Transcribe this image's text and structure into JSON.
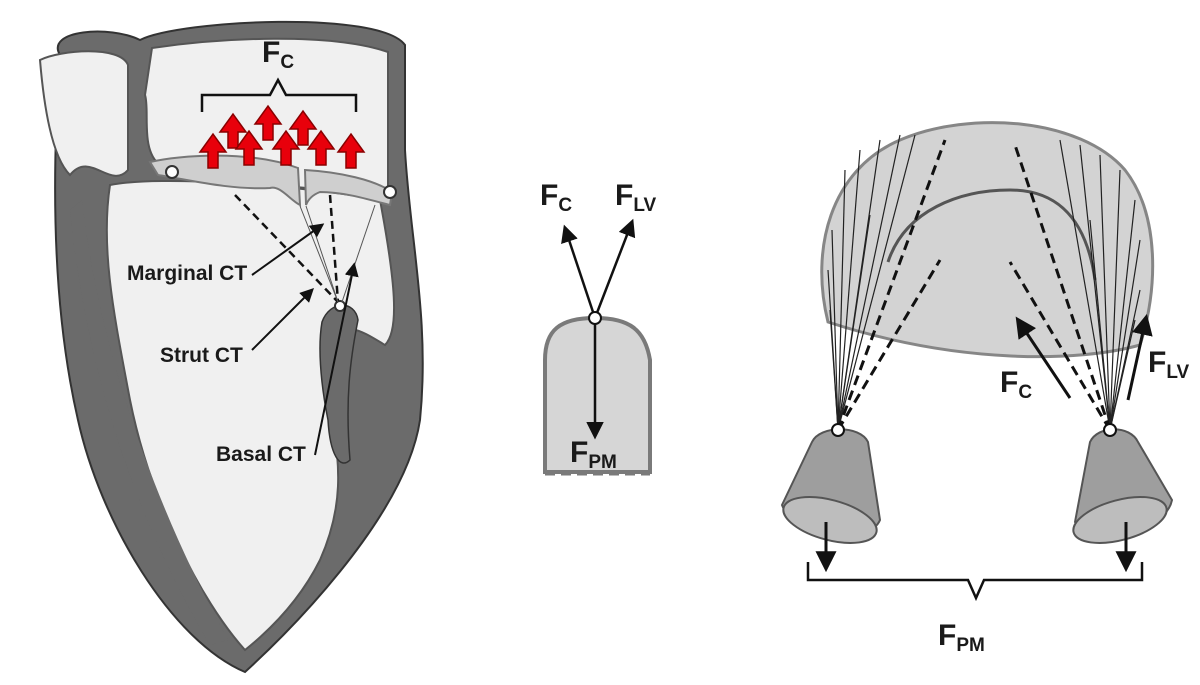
{
  "panel_left": {
    "force_chordae": {
      "main": "F",
      "sub": "C"
    },
    "marginal_label": "Marginal CT",
    "strut_label": "Strut CT",
    "basal_label": "Basal CT"
  },
  "panel_middle": {
    "force_chordae": {
      "main": "F",
      "sub": "C"
    },
    "force_lv": {
      "main": "F",
      "sub": "LV"
    },
    "force_pm": {
      "main": "F",
      "sub": "PM"
    }
  },
  "panel_right": {
    "force_chordae": {
      "main": "F",
      "sub": "C"
    },
    "force_lv": {
      "main": "F",
      "sub": "LV"
    },
    "force_pm": {
      "main": "F",
      "sub": "PM"
    }
  },
  "colors": {
    "wall": "#6b6b6b",
    "cavity": "#f0f0f0",
    "leaflet": "#cfcfcf",
    "arrow_red": "#e8000b",
    "muscle": "#a0a0a0",
    "ink": "#111111"
  }
}
